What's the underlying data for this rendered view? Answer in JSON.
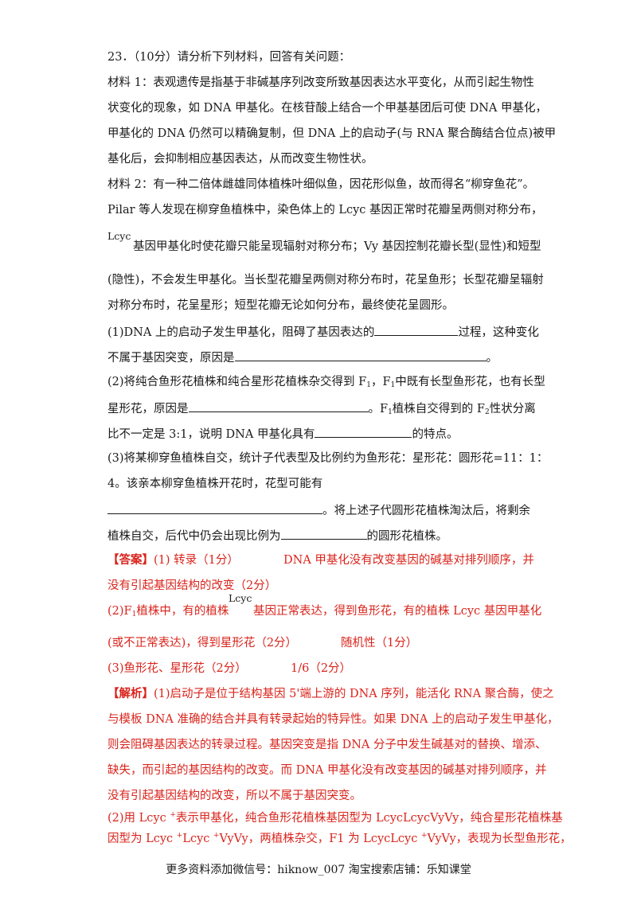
{
  "q": {
    "title": "23．（10分）请分析下列材料，回答有关问题：",
    "m1": [
      "材料 1：表观遗传是指基于非碱基序列改变所致基因表达水平变化，从而引起生物性",
      "状变化的现象，如 DNA 甲基化。在核苷酸上结合一个甲基基团后可使 DNA 甲基化，",
      "甲基化的 DNA 仍然可以精确复制，但 DNA 上的启动子(与 RNA 聚合酶结合位点)被甲",
      "基化后，会抑制相应基因表达，从而改变生物性状。"
    ],
    "m2": [
      "材料 2：有一种二倍体雌雄同体植株叶细似鱼，因花形似鱼，故而得名“柳穿鱼花”。",
      "Pilar 等人发现在柳穿鱼植株中，染色体上的 Lcyc 基因正常时花瓣呈两侧对称分布，"
    ],
    "lcyc_label": "Lcyc",
    "m2_l3": "基因甲基化时使花瓣只能呈现辐射对称分布；Vy 基因控制花瓣长型(显性)和短型",
    "m2_l4": "(隐性)，不会发生甲基化。当长型花瓣呈两侧对称分布时，花呈鱼形；长型花瓣呈辐射",
    "m2_l5": "对称分布时，花呈星形；短型花瓣无论如何分布，最终使花呈圆形。",
    "p1_a": "(1)DNA 上的启动子发生甲基化，阻碍了基因表达的",
    "p1_b": "过程，这种变化",
    "p1_c": "不属于基因突变，原因是",
    "p1_d": "。",
    "p2_a": "(2)将纯合鱼形花植株和纯合星形花植株杂交得到 F",
    "p2_sub": "1",
    "p2_b": "，F",
    "p2_c": "中既有长型鱼形花，也有长型",
    "p2_d": "星形花，原因是",
    "p2_e": "。F",
    "p2_f": "植株自交得到的 F",
    "p2_sub2": "2",
    "p2_g": "性状分离",
    "p2_h": "比不一定是 3:1，说明 DNA 甲基化具有",
    "p2_i": "的特点。",
    "p3_a": "(3)将某柳穿鱼植株自交，统计子代表型及比例约为鱼形花：星形花：圆形花=11：1：",
    "p3_b": "4。该亲本柳穿鱼植株开花时，花型可能有",
    "p3_c": "。将上述子代圆形花植株淘汰后，将剩余",
    "p3_d": "植株自交，后代中仍会出现比例为",
    "p3_e": "的圆形花植株。"
  },
  "ans": {
    "tag": "【答案】",
    "a1": "(1) 转录（1分）",
    "a1b": "DNA 甲基化没有改变基因的碱基对排列顺序，并",
    "a1c": "没有引起基因结构的改变（2分）",
    "a2_a": "(2)F",
    "a2_sub": "1",
    "a2_b": "植株中，有的植株",
    "a2_c": "基因正常表达，得到鱼形花，有的植株 Lcyc 基因甲基化",
    "a2_d": "(或不正常表达)，得到星形花（2分）",
    "a2_e": "随机性（1分）",
    "a3": "(3)鱼形花、星形花（2分）",
    "a3b": "1/6（2分）"
  },
  "exp": {
    "tag": "【解析】",
    "l1": "(1)启动子是位于结构基因 5'端上游的 DNA 序列，能活化 RNA 聚合酶，使之",
    "l2": "与模板 DNA 准确的结合并具有转录起始的特异性。如果 DNA 上的启动子发生甲基化，",
    "l3": "则会阻碍基因表达的转录过程。基因突变是指 DNA 分子中发生碱基对的替换、增添、",
    "l4": "缺失，而引起的基因结构的改变。而 DNA 甲基化没有改变基因的碱基对排列顺序，并",
    "l5": "没有引起基因结构的改变，所以不属于基因突变。",
    "l6_a": "(2)用 Lcyc ",
    "l6_sup": "+",
    "l6_b": "表示甲基化，纯合鱼形花植株基因型为 LcycLcycVyVy，纯合星形花植株基",
    "l7_a": "因型为 Lcyc ",
    "l7_b": "Lcyc ",
    "l7_c": "VyVy，两植株杂交，F1 为 LcycLcyc ",
    "l7_d": "VyVy，表现为长型鱼形花，"
  },
  "footer": "更多资料添加微信号：hiknow_007   淘宝搜索店铺：乐知课堂"
}
